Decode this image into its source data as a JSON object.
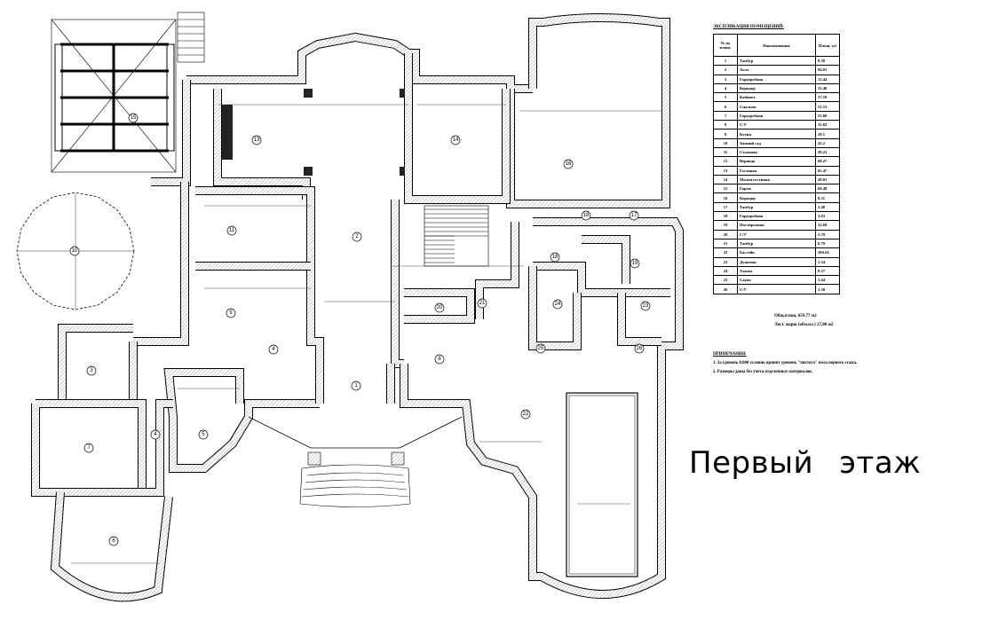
{
  "explication": {
    "title": "ЭКСПЛИКАЦИЯ ПОМЕЩЕНИЙ:",
    "headers": [
      "№ по плану",
      "Наименование",
      "Площ. м2"
    ],
    "rows": [
      [
        "1",
        "Тамбур",
        "8.38"
      ],
      [
        "2",
        "Холл",
        "94.01"
      ],
      [
        "3",
        "Гардеробная",
        "13.44"
      ],
      [
        "4",
        "Коридор",
        "31.40"
      ],
      [
        "5",
        "Кабинет",
        "17.18"
      ],
      [
        "6",
        "Спальня",
        "31.53"
      ],
      [
        "7",
        "Гардеробная",
        "23.60"
      ],
      [
        "8",
        "С/У",
        "15.62"
      ],
      [
        "9",
        "Кухня",
        "29.1"
      ],
      [
        "10",
        "Зимний сад",
        "41.2"
      ],
      [
        "11",
        "Столовая",
        "28.21"
      ],
      [
        "12",
        "Веранда",
        "68.27"
      ],
      [
        "13",
        "Гостиная",
        "65.47"
      ],
      [
        "14",
        "Малая гостиная",
        "28.01"
      ],
      [
        "15",
        "Гараж",
        "60.49"
      ],
      [
        "16",
        "Коридор",
        "8.31"
      ],
      [
        "17",
        "Тамбур",
        "2.48"
      ],
      [
        "18",
        "Гардеробная",
        "3.63"
      ],
      [
        "19",
        "Постирочная",
        "12.69"
      ],
      [
        "20",
        "С/У",
        "5.79"
      ],
      [
        "21",
        "Тамбур",
        "6.79"
      ],
      [
        "22",
        "Бассейн",
        "169.56"
      ],
      [
        "23",
        "Душевая",
        "1.34"
      ],
      [
        "24",
        "Хамам",
        "8.57"
      ],
      [
        "25",
        "Сауна",
        "3.44"
      ],
      [
        "26",
        "С/У",
        "1.50"
      ]
    ],
    "total_area": "Общ.площ.    659.77 м2",
    "stair_area": "Лест. марш (обм.пл.) 27,00 м2"
  },
  "notes": {
    "heading": "ПРИМЕЧАНИЯ:",
    "items": [
      "1. За уровень 0.000  условно принят уровень \"чистого\" пола первого этажа.",
      "2. Размеры даны без учета отделочных материалов."
    ]
  },
  "floor_title": "Первый этаж",
  "room_markers": [
    "15",
    "13",
    "14",
    "16",
    "10",
    "11",
    "2",
    "9",
    "3",
    "4",
    "1",
    "8",
    "20",
    "21",
    "18",
    "17",
    "18",
    "19",
    "24",
    "23",
    "25",
    "26",
    "22",
    "5",
    "4",
    "7",
    "6"
  ]
}
